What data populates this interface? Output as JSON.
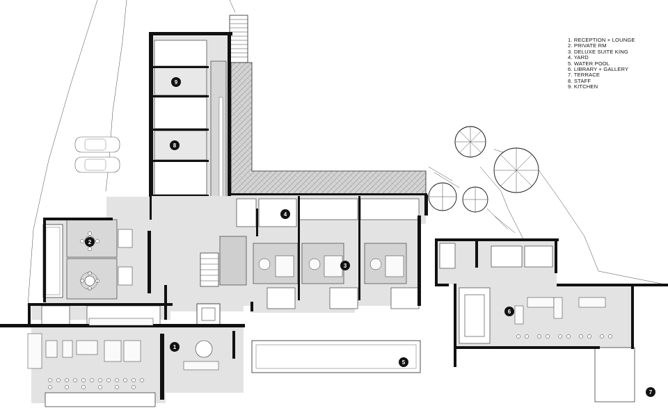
{
  "legend": {
    "items": [
      "1. RECEPTION + LOUNGE",
      "2. PRIVATE RM",
      "3. DELUXE SUITE KING",
      "4. YARD",
      "5. WATER POOL",
      "6. LIBRARY + GALLERY",
      "7. TERRACE",
      "8. STAFF",
      "9. KITCHEN"
    ]
  },
  "markers": {
    "m1": "1",
    "m2": "2",
    "m3": "3",
    "m4": "4",
    "m5": "5",
    "m6": "6",
    "m7": "7",
    "m8": "8",
    "m9": "9"
  }
}
